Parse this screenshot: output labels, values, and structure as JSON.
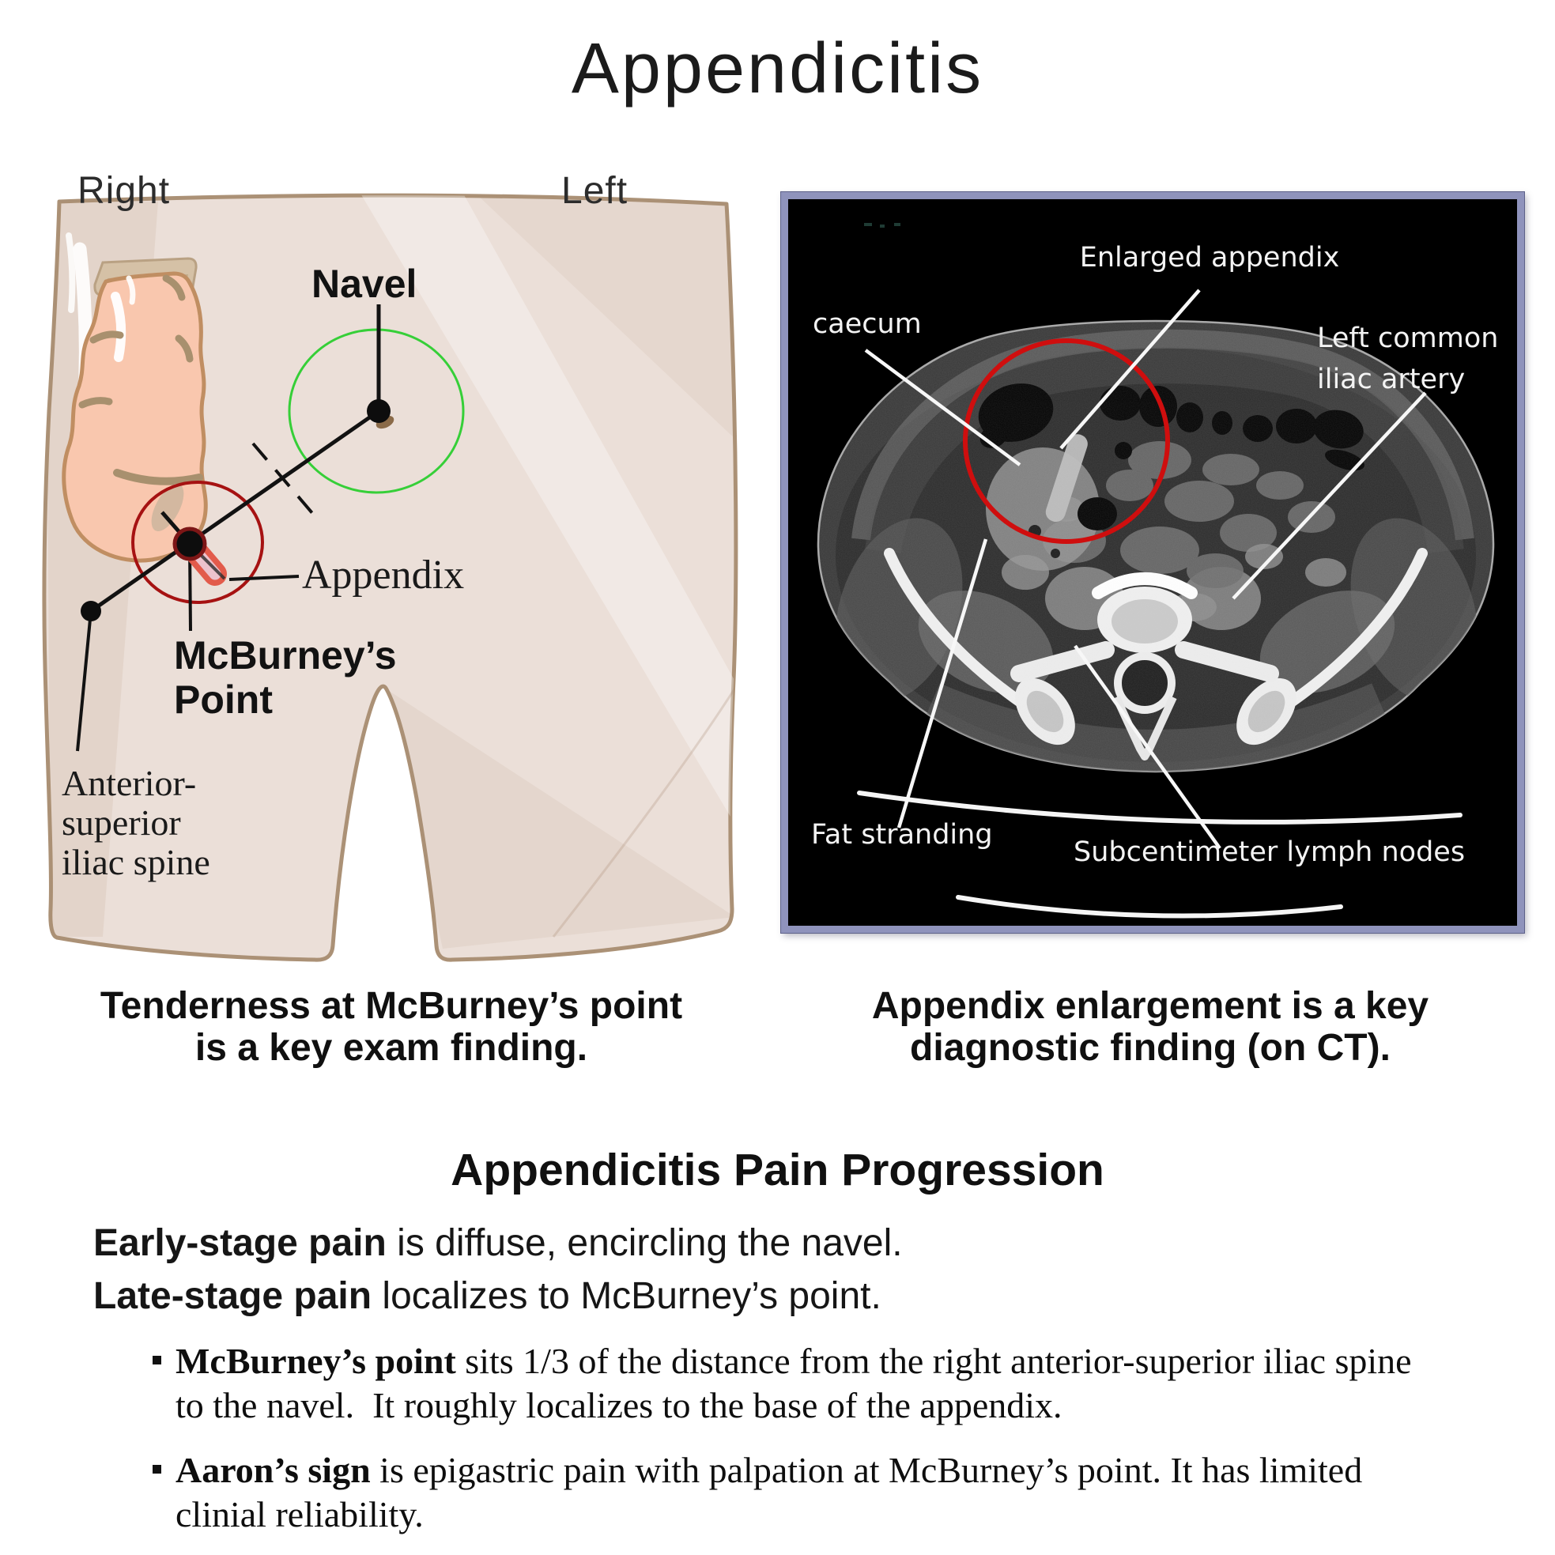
{
  "page": {
    "title": "Appendicitis"
  },
  "anatomy_figure": {
    "side_label_right": "Right",
    "side_label_left": "Left",
    "navel_label": "Navel",
    "appendix_label": "Appendix",
    "mcburney_label": "McBurney’s\nPoint",
    "asis_label": "Anterior-\nsuperior\niliac spine",
    "caption": "Tenderness at McBurney’s point\nis a key exam finding."
  },
  "ct_figure": {
    "labels": {
      "enlarged_appendix": "Enlarged appendix",
      "caecum": "caecum",
      "left_common_iliac_artery": "Left common\niliac artery",
      "fat_stranding": "Fat stranding",
      "subcentimeter_lymph_nodes": "Subcentimeter lymph nodes"
    },
    "caption": "Appendix enlargement is a key\ndiagnostic finding (on CT)."
  },
  "pain_section": {
    "heading": "Appendicitis Pain Progression",
    "stages": [
      {
        "bold": "Early-stage pain",
        "rest": " is diffuse, encircling the navel."
      },
      {
        "bold": "Late-stage pain",
        "rest": " localizes to McBurney’s point."
      }
    ],
    "bullets": [
      {
        "bold": "McBurney’s point",
        "rest": " sits 1/3 of the distance from the right anterior-superior iliac spine to the navel.  It roughly localizes to the base of the appendix."
      },
      {
        "bold": "Aaron’s sign",
        "rest": " is epigastric pain with palpation at McBurney’s point. It has limited clinial reliability."
      }
    ]
  },
  "colors": {
    "skin": "#ebdfd8",
    "skin_outline": "#ab9176",
    "cecum_fill": "#f9c7ae",
    "cecum_outline": "#c08e62",
    "appendix_outline": "#e25b4b",
    "appendix_fill": "#ecc3cd",
    "navel_ring_green": "#36cf38",
    "mcburney_ring_red": "#a61212",
    "ct_border": "#8f93bc",
    "ct_red_circle": "#cf0e0e",
    "ct_label_text": "#f3f3f3"
  }
}
